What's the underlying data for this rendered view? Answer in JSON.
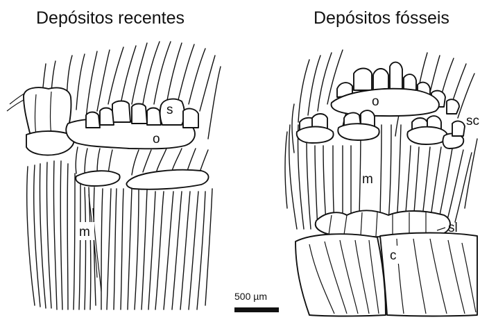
{
  "panels": [
    {
      "title": "Depósitos recentes",
      "labels": {
        "s": "s",
        "o": "o",
        "m": "m"
      }
    },
    {
      "title": "Depósitos fósseis",
      "labels": {
        "o": "o",
        "sc": "sc",
        "m": "m",
        "sl": "sl",
        "c": "c"
      }
    }
  ],
  "scale_bar": {
    "label": "500 µm"
  },
  "colors": {
    "ink": "#111111",
    "background": "#ffffff"
  }
}
